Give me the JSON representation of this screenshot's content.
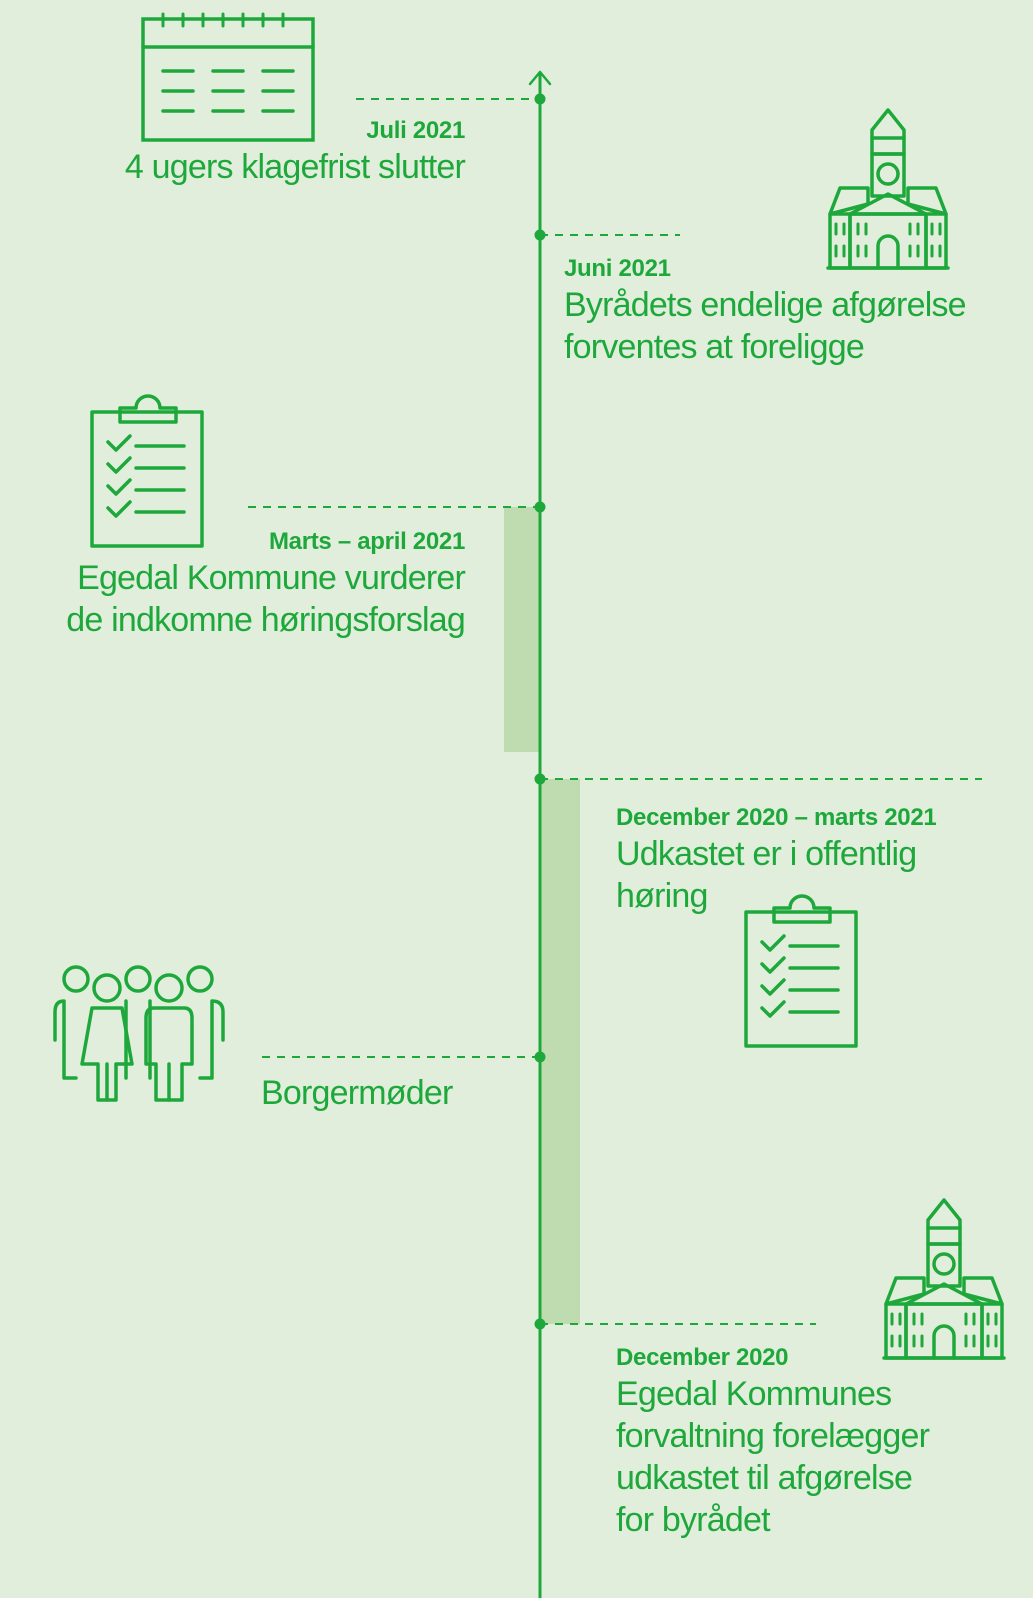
{
  "accent_color": "#1ea83c",
  "band_color": "#bfdcb0",
  "background_color": "#e1eedb",
  "events": [
    {
      "date": "Juli 2021",
      "text": [
        "4 ugers klagefrist slutter"
      ],
      "icon": "calendar-icon"
    },
    {
      "date": "Juni 2021",
      "text": [
        "Byrådets endelige afgørelse",
        "forventes at foreligge"
      ],
      "icon": "town-hall-icon"
    },
    {
      "date": "Marts – april 2021",
      "text": [
        "Egedal Kommune vurderer",
        "de indkomne høringsforslag"
      ],
      "icon": "checklist-icon"
    },
    {
      "date": "December 2020 – marts 2021",
      "text": [
        "Udkastet er i offentlig",
        "høring"
      ],
      "icon": "checklist-icon"
    },
    {
      "date": "",
      "text": [
        "Borgermøder"
      ],
      "icon": "people-group-icon"
    },
    {
      "date": "December 2020",
      "text": [
        "Egedal Kommunes",
        "forvaltning forelægger",
        "udkastet til afgørelse",
        "for byrådet"
      ],
      "icon": "town-hall-icon"
    }
  ]
}
